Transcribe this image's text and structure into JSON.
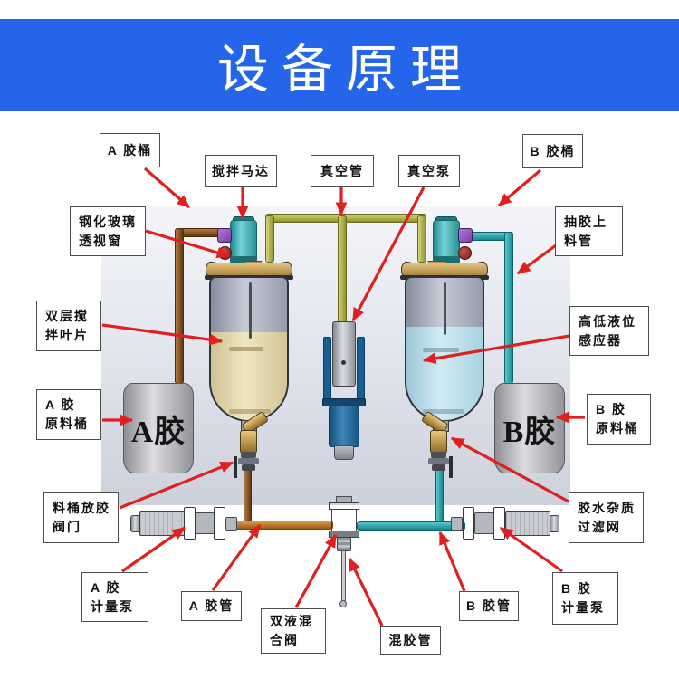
{
  "header": {
    "title": "设备原理"
  },
  "labels": {
    "a_barrel": {
      "text": "A 胶桶"
    },
    "mixer_motor": {
      "text": "搅拌马达"
    },
    "vacuum_pipe": {
      "text": "真空管"
    },
    "vacuum_pump": {
      "text": "真空泵"
    },
    "b_barrel": {
      "text": "B 胶桶"
    },
    "glass_window": {
      "line1": "钢化玻璃",
      "line2": "透视窗"
    },
    "suction_pipe": {
      "line1": "抽胶上",
      "line2": "料管"
    },
    "stir_blades": {
      "line1": "双层搅",
      "line2": "拌叶片"
    },
    "level_sensor": {
      "line1": "高低液位",
      "line2": "感应器"
    },
    "a_material_barrel": {
      "line1": "A 胶",
      "line2": "原料桶"
    },
    "b_material_barrel": {
      "line1": "B 胶",
      "line2": "原料桶"
    },
    "discharge_valve": {
      "line1": "料桶放胶",
      "line2": "阀门"
    },
    "filter_screen": {
      "line1": "胶水杂质",
      "line2": "过滤网"
    },
    "a_metering_pump": {
      "line1": "A 胶",
      "line2": "计量泵"
    },
    "a_glue_pipe": {
      "text": "A 胶管"
    },
    "mixing_valve": {
      "line1": "双液混",
      "line2": "合阀"
    },
    "mixing_tube": {
      "text": "混胶管"
    },
    "b_glue_pipe": {
      "text": "B 胶管"
    },
    "b_metering_pump": {
      "line1": "B 胶",
      "line2": "计量泵"
    }
  },
  "cylinders": {
    "a": "A胶",
    "b": "B胶"
  },
  "colors": {
    "header_bg": "#2565e9",
    "arrow_red": "#e01f1f",
    "panel_gray": "#cdd1dc",
    "liquid_a": "#e5dbb3",
    "liquid_b": "#bcdeed",
    "vacuum_pipe_yellow": "#b3b44f",
    "feed_pipe_brown": "#8a5526",
    "glue_pipe_orange": "#c87c2c",
    "glue_pipe_teal": "#2ab0b8",
    "motor_teal": "#35a8ab",
    "valve_brass": "#c09a45"
  }
}
